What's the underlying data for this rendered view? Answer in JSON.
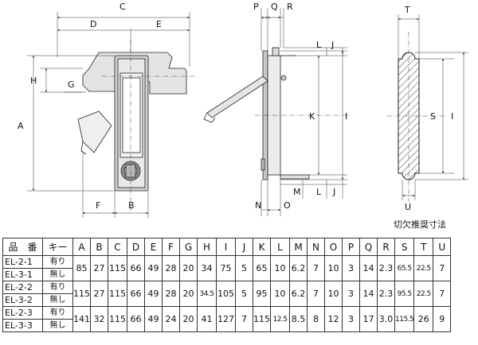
{
  "drawing": {
    "front_view": {
      "labels": {
        "C": "C",
        "D": "D",
        "E": "E",
        "H": "H",
        "G": "G",
        "A": "A",
        "F": "F",
        "B": "B"
      }
    },
    "side_view": {
      "labels": {
        "P": "P",
        "Q": "Q",
        "R": "R",
        "L_top": "L",
        "J_top": "J",
        "K": "K",
        "I": "I",
        "M": "M",
        "L_bottom": "L",
        "J_bottom": "J",
        "N": "N",
        "O": "O"
      }
    },
    "cutout_view": {
      "labels": {
        "T": "T",
        "S": "S",
        "I": "I",
        "U": "U"
      },
      "caption": "切欠推奨寸法"
    }
  },
  "table": {
    "headers": [
      "品　番",
      "キー",
      "A",
      "B",
      "C",
      "D",
      "E",
      "F",
      "G",
      "H",
      "I",
      "J",
      "K",
      "L",
      "M",
      "N",
      "O",
      "P",
      "Q",
      "R",
      "S",
      "T",
      "U"
    ],
    "groups": [
      {
        "parts": [
          "EL-2-1",
          "EL-3-1"
        ],
        "keys": [
          "有り",
          "無し"
        ],
        "values": [
          "85",
          "27",
          "115",
          "66",
          "49",
          "28",
          "20",
          "34",
          "75",
          "5",
          "65",
          "10",
          "6.2",
          "7",
          "10",
          "3",
          "14",
          "2.3",
          "65.5",
          "22.5",
          "7"
        ]
      },
      {
        "parts": [
          "EL-2-2",
          "EL-3-2"
        ],
        "keys": [
          "有り",
          "無し"
        ],
        "values": [
          "115",
          "27",
          "115",
          "66",
          "49",
          "28",
          "20",
          "34.5",
          "105",
          "5",
          "95",
          "10",
          "6.2",
          "7",
          "10",
          "3",
          "14",
          "2.3",
          "95.5",
          "22.5",
          "7"
        ]
      },
      {
        "parts": [
          "EL-2-3",
          "EL-3-3"
        ],
        "keys": [
          "有り",
          "無し"
        ],
        "values": [
          "141",
          "32",
          "115",
          "66",
          "49",
          "24",
          "20",
          "41",
          "127",
          "7",
          "115",
          "12.5",
          "8.5",
          "8",
          "12",
          "3",
          "17",
          "3.0",
          "115.5",
          "26",
          "9"
        ]
      }
    ]
  }
}
